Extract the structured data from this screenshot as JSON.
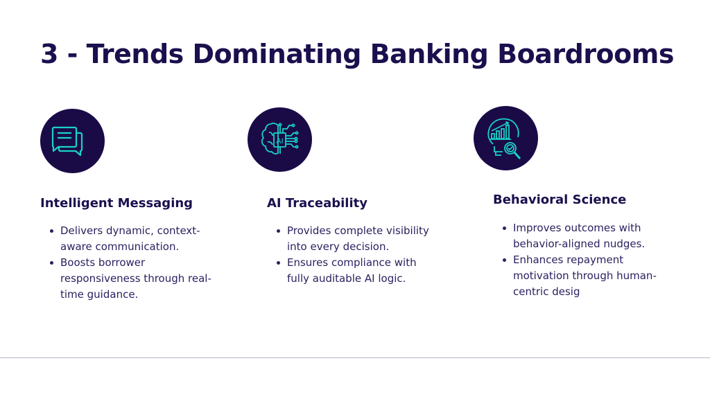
{
  "title": "3 - Trends Dominating Banking Boardrooms",
  "colors": {
    "navy": "#1a0b47",
    "accent": "#19d3c5"
  },
  "columns": [
    {
      "icon": "chat-bubbles-icon",
      "heading": "Intelligent Messaging",
      "bullets": [
        "Delivers dynamic, context-aware communication.",
        "Boosts borrower responsiveness through real-time guidance."
      ]
    },
    {
      "icon": "ai-brain-chip-icon",
      "icon_text": "AI",
      "heading": "AI Traceability",
      "bullets": [
        "Provides complete visibility into every decision.",
        "Ensures compliance with fully auditable AI logic."
      ]
    },
    {
      "icon": "lightbulb-chart-magnifier-icon",
      "heading": "Behavioral Science",
      "bullets": [
        "Improves outcomes with behavior-aligned nudges.",
        "Enhances repayment motivation through human-centric desig"
      ]
    }
  ]
}
